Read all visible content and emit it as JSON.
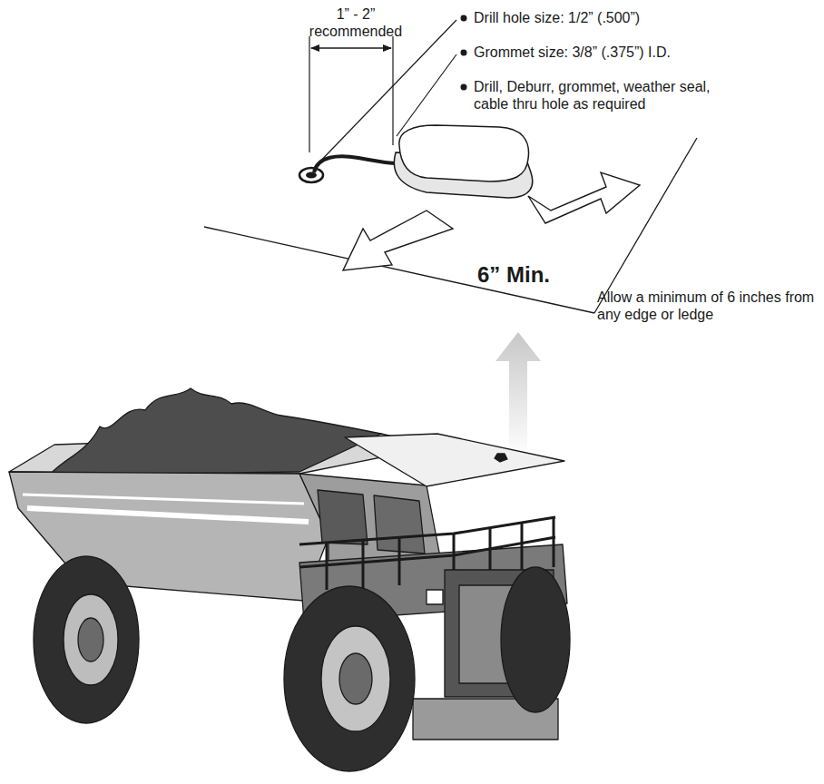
{
  "diagram": {
    "labels": [
      "1” - 2” recommended",
      "Drill hole size: 1/2” (.500”)",
      "Grommet size: 3/8” (.375”) I.D.",
      "Drill, Deburr, grommet, weather seal, cable thru hole as required",
      "6” Min.",
      "Allow a minimum of 6 inches from any edge or ledge"
    ]
  }
}
